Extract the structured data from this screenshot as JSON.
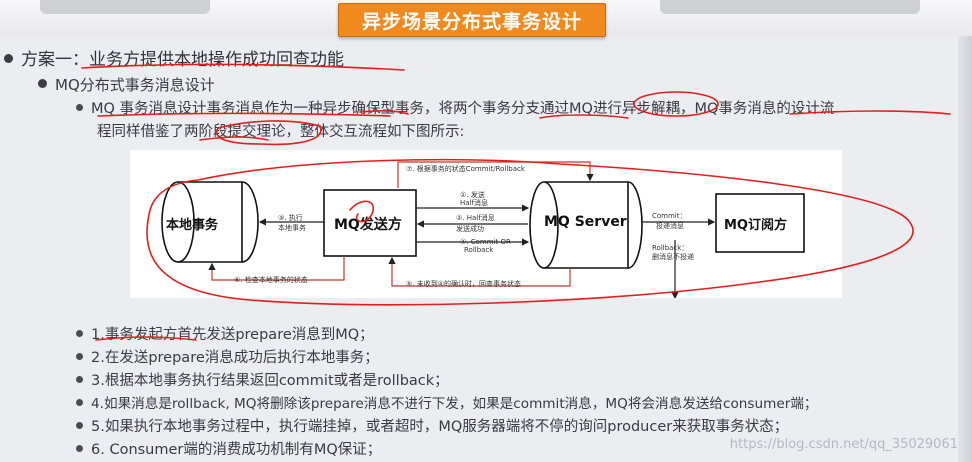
{
  "title": "异步场景分布式事务设计",
  "plan": {
    "prefix": "方案一：",
    "text": "业务方提供本地操作成功回查功能"
  },
  "sub": "MQ分布式事务消息设计",
  "intro_line1": "MQ 事务消息设计事务消息作为一种异步确保型事务，将两个事务分支通过MQ进行异步解耦，MQ事务消息的设计流",
  "intro_line2": "程同样借鉴了两阶段提交理论，整体交互流程如下图所示:",
  "diagram": {
    "box_local": "本地事务",
    "box_sender": "MQ发送方",
    "box_server": "MQ Server",
    "box_sub": "MQ订阅方",
    "lbl_top": "⑦. 根据事务的状态Commit/Rollback",
    "lbl_send1": "①. 发送",
    "lbl_send2": "Half消息",
    "lbl_half1": "②. Half消息",
    "lbl_half2": "发送成功",
    "lbl_exec1": "③. 执行",
    "lbl_exec2": "本地事务",
    "lbl_commit1": "④. Commit OR",
    "lbl_commit2": "Rollback",
    "lbl_check": "⑥. 检查本地事务的状态",
    "lbl_unrecv": "⑤. 未收到④的确认时，回查事务状态",
    "lbl_c1": "Commit：",
    "lbl_c2": "投递消息",
    "lbl_r1": "Rollback：",
    "lbl_r2": "删消息不投递"
  },
  "steps": [
    "1.事务发起方首先发送prepare消息到MQ；",
    "2.在发送prepare消息成功后执行本地事务；",
    "3.根据本地事务执行结果返回commit或者是rollback；",
    "4.如果消息是rollback, MQ将删除该prepare消息不进行下发，如果是commit消息，MQ将会消息发送给consumer端；",
    "5.如果执行本地事务过程中，执行端挂掉，或者超时，MQ服务器端将不停的询问producer来获取事务状态；",
    "6. Consumer端的消费成功机制有MQ保证；"
  ],
  "watermark": "https://blog.csdn.net/qq_35029061"
}
